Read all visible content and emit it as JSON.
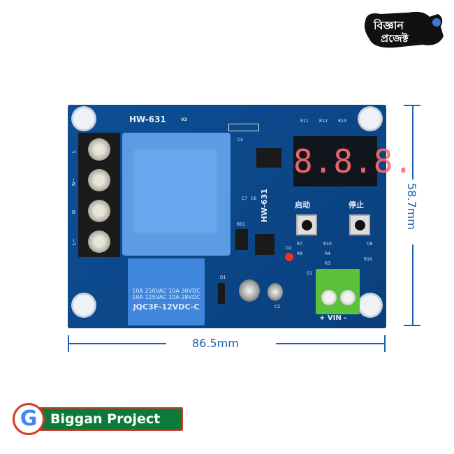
{
  "logo": {
    "text": "বিজ্ঞান প্রজেক্ট"
  },
  "board": {
    "model": "HW-631",
    "version": "V3",
    "model_vertical": "HW-631",
    "terminal_labels": [
      "L~",
      "N",
      "N~",
      "L"
    ],
    "relay": {
      "ratings_1": "10A 250VAC 10A 30VDC",
      "ratings_2": "10A 125VAC 10A 28VDC",
      "model": "JQC3F-12VDC-C"
    },
    "display": "8.8.8.",
    "start_label": "启动",
    "stop_label": "停止",
    "vin_label": "+ VIN -",
    "component_labels": [
      "R11",
      "R12",
      "R13",
      "C5",
      "C7",
      "C6",
      "BD1",
      "D2",
      "D1",
      "Q1",
      "C2",
      "R7",
      "R9",
      "R10",
      "R4",
      "R3",
      "C8",
      "R16"
    ]
  },
  "dimensions": {
    "width": "86.5mm",
    "height": "58.7mm"
  },
  "badge": {
    "icon": "google-g-icon",
    "text": "Biggan Project"
  },
  "colors": {
    "pcb": "#0b4585",
    "transformer": "#5b9ce4",
    "terminal_green": "#5cc23b",
    "dimension": "#1b5fb0",
    "badge_green": "#0e7a3a",
    "badge_red": "#d53a2a"
  }
}
